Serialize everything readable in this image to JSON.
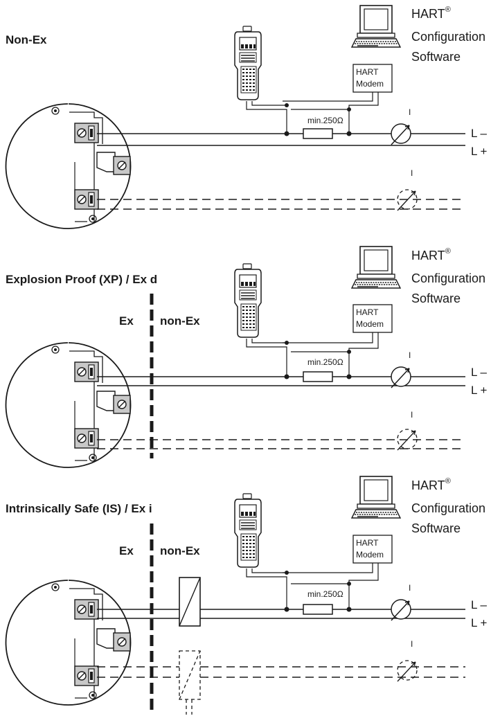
{
  "sections": [
    {
      "title": "Non-Ex",
      "hart_superscript": "®",
      "hart_word": "HART",
      "software_line1": "Configuration",
      "software_line2": "Software",
      "modem_line1": "HART",
      "modem_line2": "Modem",
      "resistor_label": "min.250Ω",
      "current_symbol": "I",
      "current_symbol_dashed": "I",
      "line_minus": "L –",
      "line_plus": "L +"
    },
    {
      "title": "Explosion Proof (XP) / Ex d",
      "zone_ex": "Ex",
      "zone_nonex": "non-Ex",
      "hart_superscript": "®",
      "hart_word": "HART",
      "software_line1": "Configuration",
      "software_line2": "Software",
      "modem_line1": "HART",
      "modem_line2": "Modem",
      "resistor_label": "min.250Ω",
      "current_symbol": "I",
      "current_symbol_dashed": "I",
      "line_minus": "L –",
      "line_plus": "L +"
    },
    {
      "title": "Intrinsically Safe (IS) / Ex i",
      "zone_ex": "Ex",
      "zone_nonex": "non-Ex",
      "hart_superscript": "®",
      "hart_word": "HART",
      "software_line1": "Configuration",
      "software_line2": "Software",
      "modem_line1": "HART",
      "modem_line2": "Modem",
      "resistor_label": "min.250Ω",
      "current_symbol": "I",
      "current_symbol_dashed": "I",
      "line_minus": "L –",
      "line_plus": "L +"
    }
  ],
  "colors": {
    "ink": "#1a1a1a",
    "terminal_fill": "#c8c8c8",
    "background": "#ffffff"
  },
  "icons": [
    "handheld-communicator-icon",
    "computer-terminal-icon",
    "ammeter-icon",
    "isolating-barrier-icon"
  ]
}
